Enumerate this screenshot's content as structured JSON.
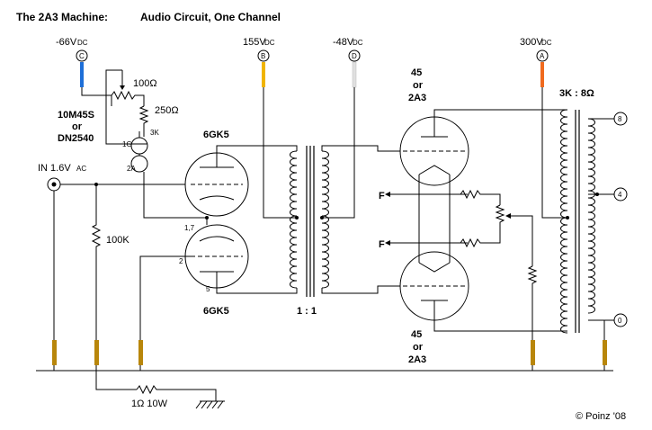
{
  "title": "The 2A3 Machine:",
  "subtitle": "Audio Circuit, One Channel",
  "supplies": [
    {
      "id": "C",
      "voltage": "-66V",
      "unit": "DC",
      "color": "#1e6fd8"
    },
    {
      "id": "B",
      "voltage": "155V",
      "unit": "DC",
      "color": "#f0b400"
    },
    {
      "id": "D",
      "voltage": "-48V",
      "unit": "DC",
      "color": "#dddddd"
    },
    {
      "id": "A",
      "voltage": "300V",
      "unit": "DC",
      "color": "#f06a1e"
    }
  ],
  "labels": {
    "input": "IN 1.6V",
    "input_unit": "AC",
    "pot": "100Ω",
    "r250": "250Ω",
    "r3k": "3K",
    "ccs_part1": "10M45S",
    "ccs_or": "or",
    "ccs_part2": "DN2540",
    "pin_1g": "1G",
    "pin_2a": "2A",
    "tube_top": "6GK5",
    "tube_bottom": "6GK5",
    "pin_17": "1,7",
    "pin_2": "2",
    "pin_5": "5",
    "r100k": "100K",
    "ratio": "1 : 1",
    "out_top_1": "45",
    "out_top_2": "or",
    "out_top_3": "2A3",
    "out_bot_1": "45",
    "out_bot_2": "or",
    "out_bot_3": "2A3",
    "f_top": "F",
    "f_bottom": "F",
    "opt": "3K : 8Ω",
    "tap_8": "8",
    "tap_4": "4",
    "tap_0": "0",
    "r_ground": "1Ω  10W",
    "copyright": "© Poinz '08"
  },
  "colors": {
    "bypass_cap": "#b8860b"
  }
}
